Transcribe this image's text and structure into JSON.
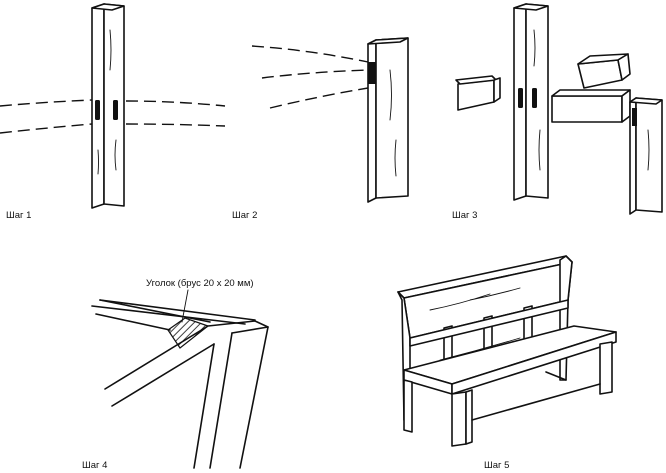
{
  "steps": [
    {
      "label": "Шаг 1"
    },
    {
      "label": "Шаг 2"
    },
    {
      "label": "Шаг 3"
    },
    {
      "label": "Шаг 4",
      "callout": "Уголок (брус 20 х 20 мм)"
    },
    {
      "label": "Шаг 5"
    }
  ]
}
